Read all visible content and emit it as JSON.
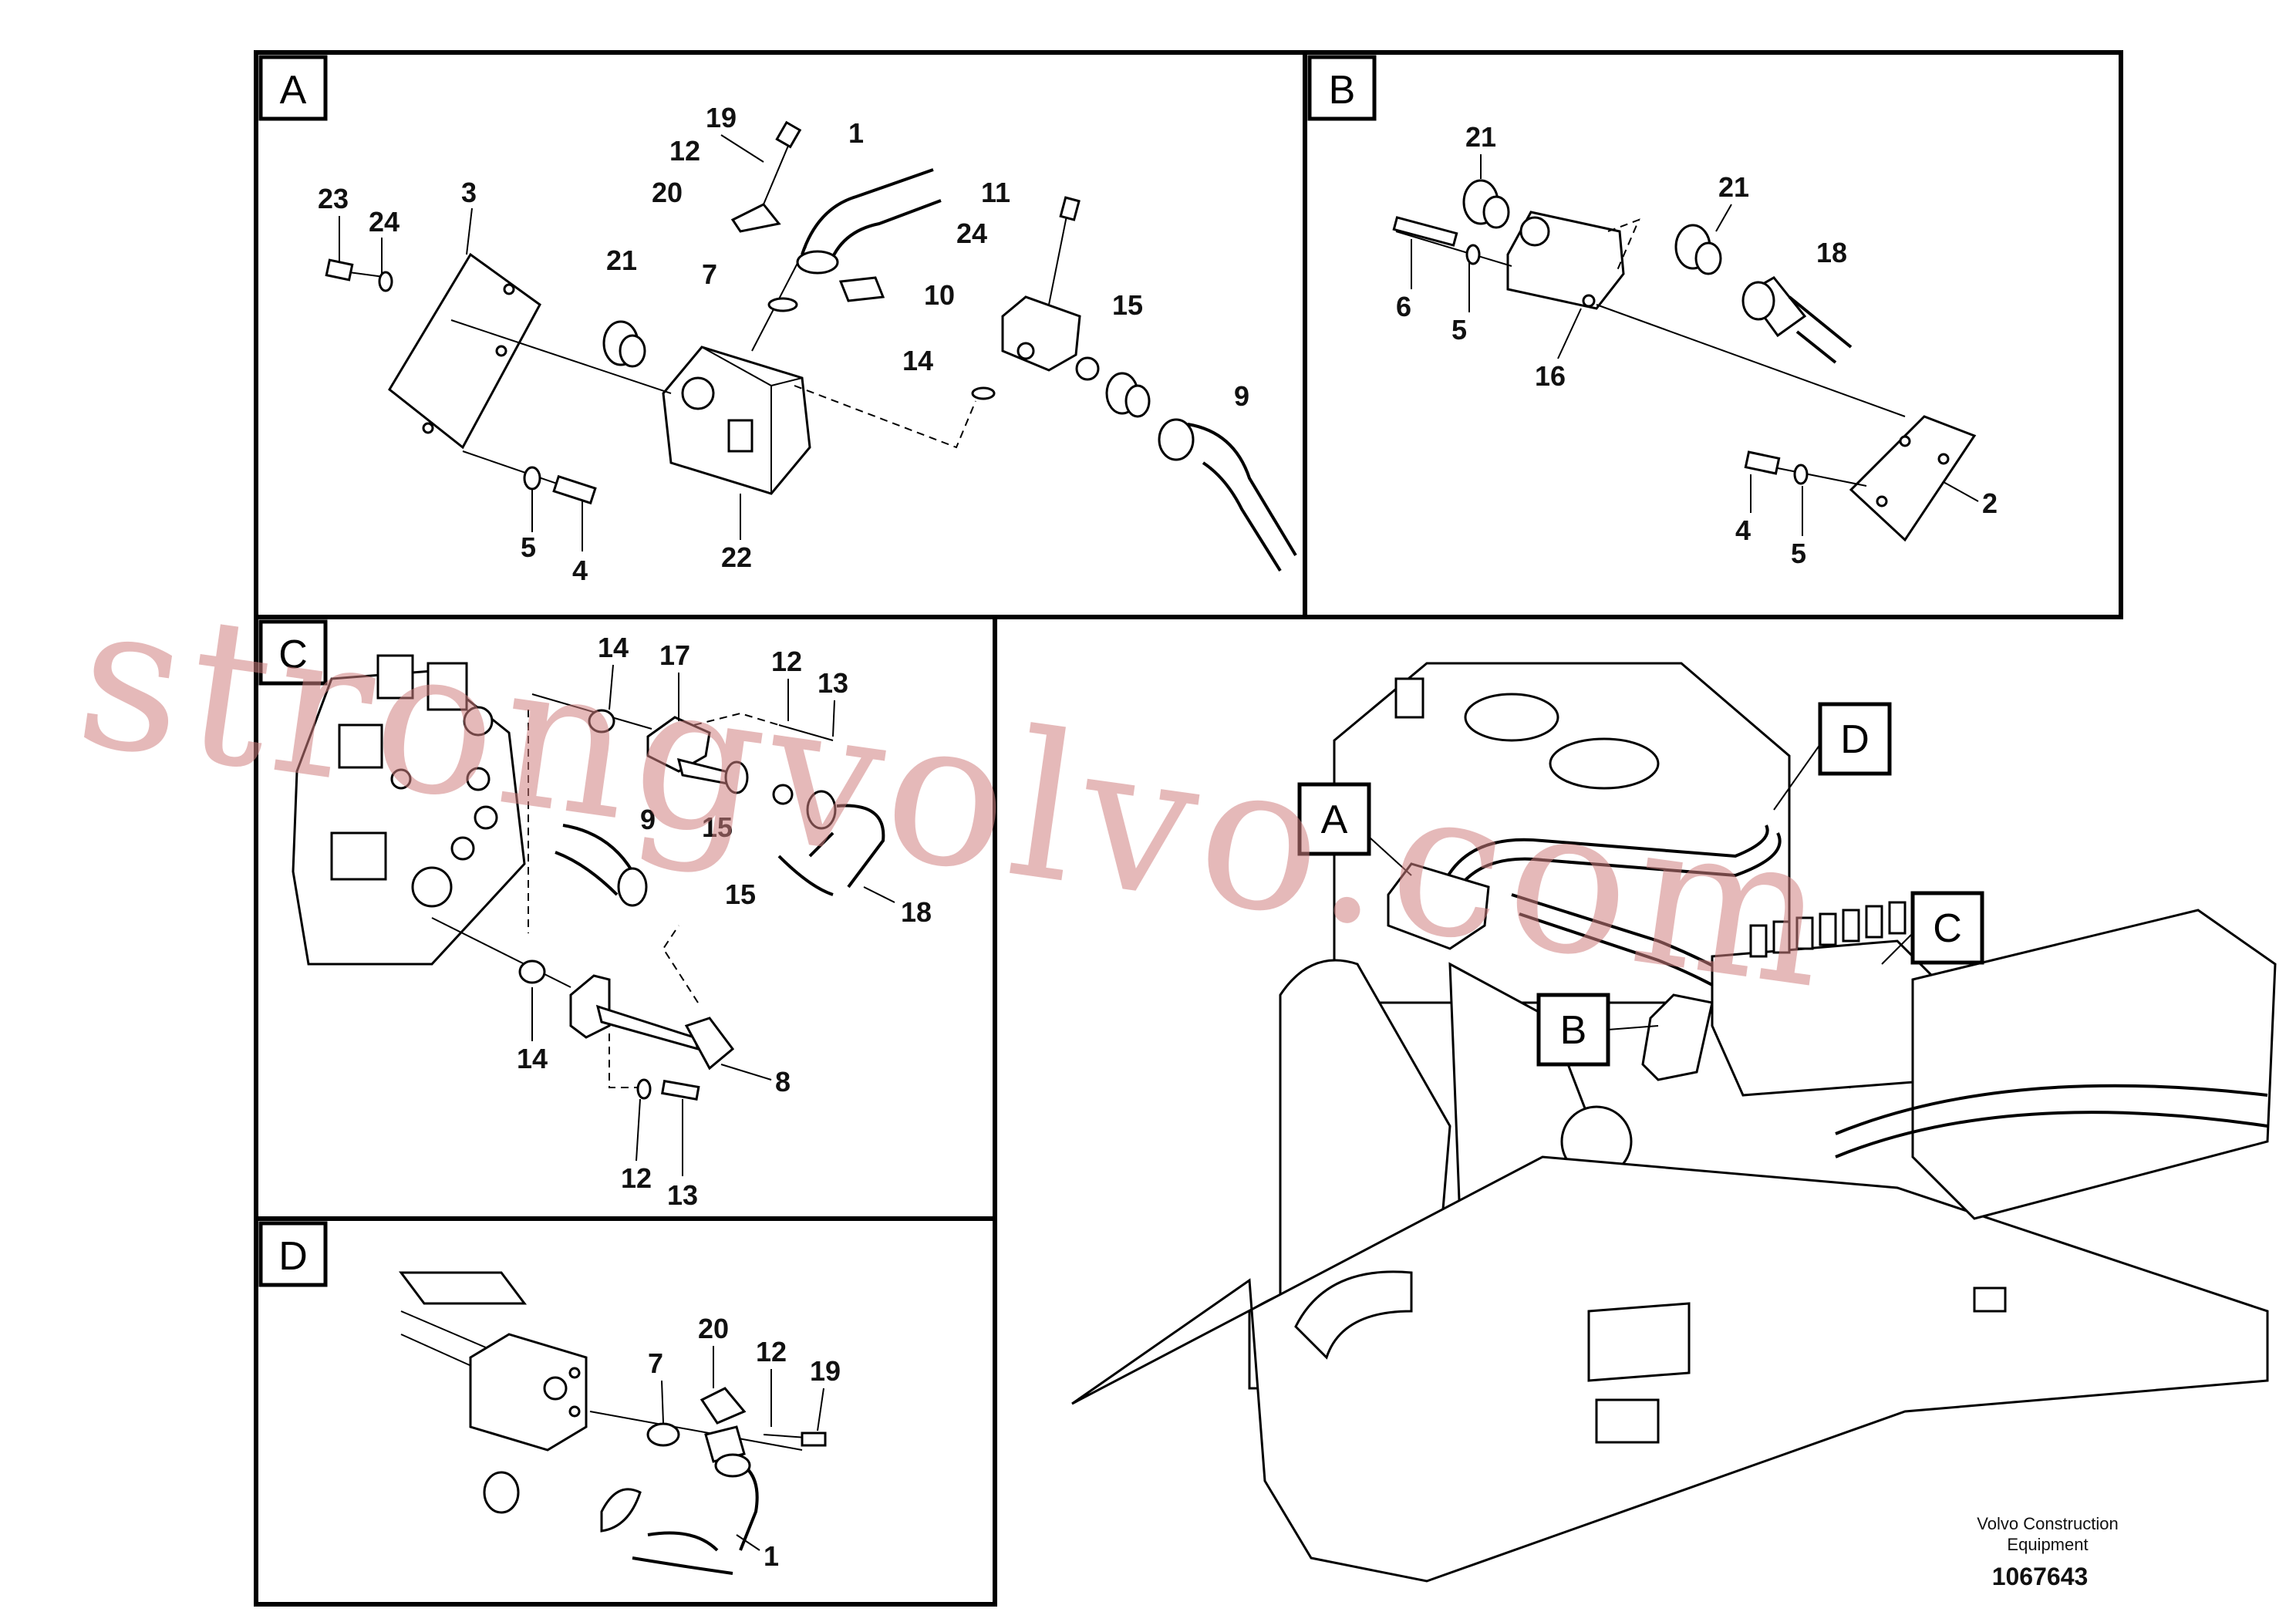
{
  "panels": {
    "A": {
      "label": "A",
      "callouts": [
        "19",
        "12",
        "20",
        "1",
        "23",
        "24",
        "3",
        "21",
        "7",
        "11",
        "24",
        "10",
        "15",
        "14",
        "9",
        "5",
        "4",
        "22"
      ]
    },
    "B": {
      "label": "B",
      "callouts": [
        "21",
        "21",
        "18",
        "6",
        "5",
        "16",
        "4",
        "5",
        "2"
      ]
    },
    "C": {
      "label": "C",
      "callouts": [
        "14",
        "17",
        "12",
        "13",
        "9",
        "15",
        "15",
        "18",
        "14",
        "8",
        "12",
        "13"
      ]
    },
    "D": {
      "label": "D",
      "callouts": [
        "7",
        "20",
        "12",
        "19",
        "1"
      ]
    }
  },
  "overview": {
    "markers": [
      "A",
      "B",
      "C",
      "D"
    ]
  },
  "footer": {
    "maker_line1": "Volvo Construction",
    "maker_line2": "Equipment",
    "drawing_number": "1067643"
  },
  "watermark": "strongvolvo.com",
  "colors": {
    "line": "#000000",
    "watermark": "#d08080",
    "background": "#ffffff"
  }
}
